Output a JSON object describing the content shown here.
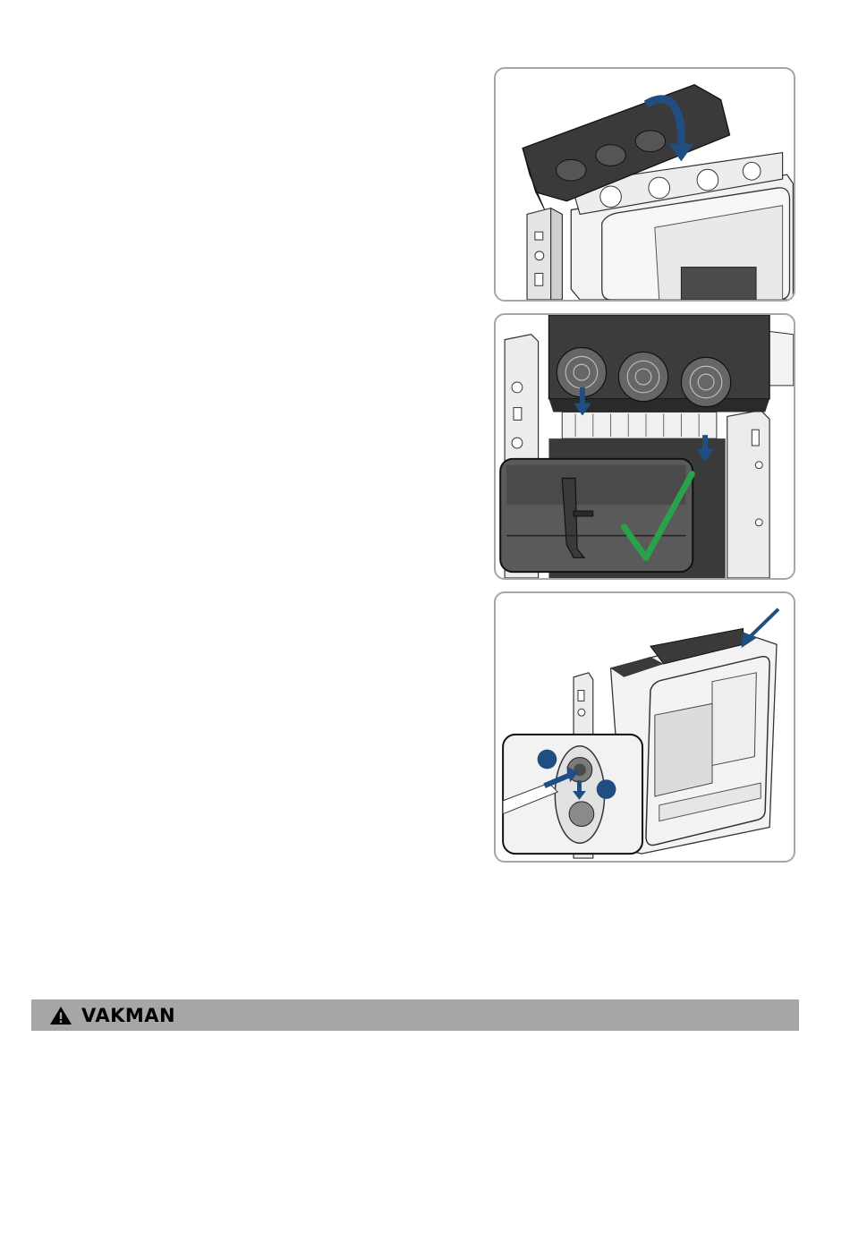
{
  "figures": [
    {
      "name": "fan-cover-installation-step"
    },
    {
      "name": "fan-cover-seated-check-step"
    },
    {
      "name": "grounding-screw-step",
      "markers": [
        "",
        ""
      ]
    }
  ],
  "warning": {
    "label": "VAKMAN",
    "icon": "warning-triangle-icon",
    "bar_color": "#a6a6a6"
  },
  "colors": {
    "arrow_blue": "#1f4f82",
    "check_green": "#2aa24a",
    "frame_gray": "#a6a6a6"
  }
}
